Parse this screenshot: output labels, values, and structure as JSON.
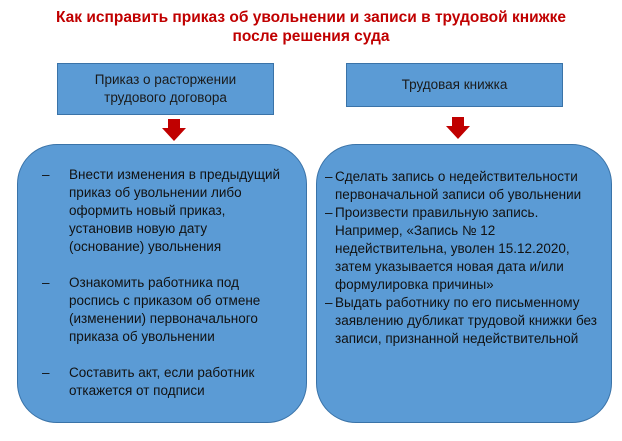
{
  "title": {
    "line1": "Как исправить приказ об увольнении и записи в трудовой книжке",
    "line2": "после решения суда"
  },
  "left": {
    "header_line1": "Приказ о расторжении",
    "header_line2": "трудового договора",
    "items": [
      "Внести изменения в предыдущий приказ об увольнении либо оформить новый приказ, установив новую дату (основание) увольнения",
      "Ознакомить работника под роспись с приказом об отмене (изменении) первоначального приказа об увольнении",
      "Составить акт, если работник откажется от подписи"
    ]
  },
  "right": {
    "header": "Трудовая книжка",
    "items": [
      "Сделать запись о недействительности первоначальной записи об увольнении",
      "Произвести правильную запись. Например, «Запись № 12 недействительна, уволен 15.12.2020, затем указывается новая дата и/или формулировка причины»",
      "Выдать работнику по его письменному заявлению дубликат трудовой книжки без записи, признанной недействительной"
    ]
  },
  "bullet": "–",
  "colors": {
    "title": "#c00000",
    "box": "#5b9bd5",
    "border": "#3a73a8",
    "arrow": "#c00000"
  },
  "icons": {
    "arrow": "down-arrow-icon"
  }
}
